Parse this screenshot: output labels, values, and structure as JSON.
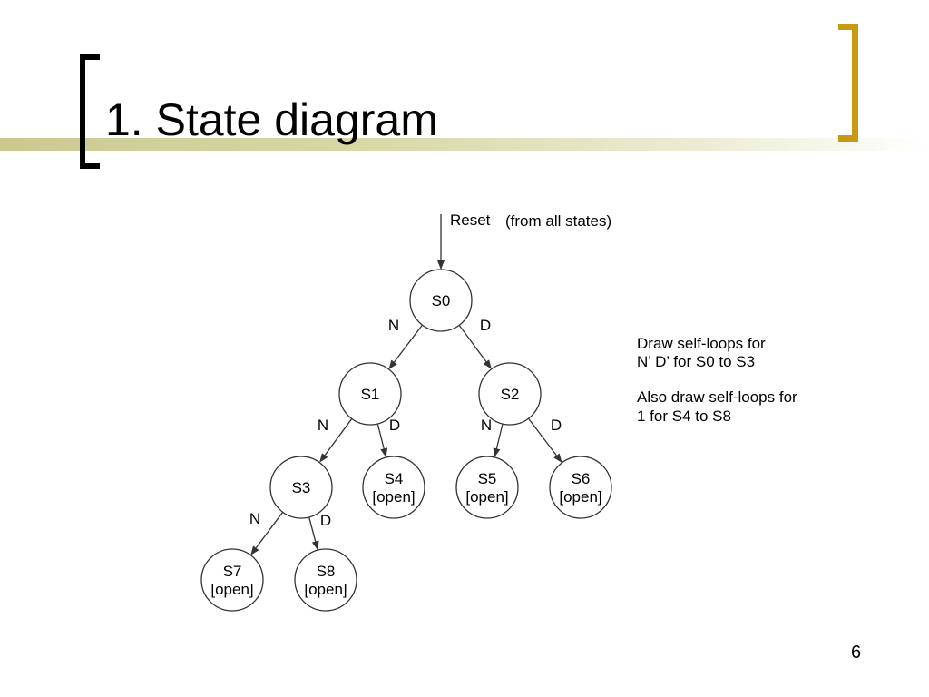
{
  "slide": {
    "title": "1. State diagram",
    "page_number": "6"
  },
  "diagram": {
    "reset_label": "Reset",
    "reset_note": "(from all states)",
    "states": [
      {
        "id": "S0",
        "label": "S0",
        "sublabel": ""
      },
      {
        "id": "S1",
        "label": "S1",
        "sublabel": ""
      },
      {
        "id": "S2",
        "label": "S2",
        "sublabel": ""
      },
      {
        "id": "S3",
        "label": "S3",
        "sublabel": ""
      },
      {
        "id": "S4",
        "label": "S4",
        "sublabel": "[open]"
      },
      {
        "id": "S5",
        "label": "S5",
        "sublabel": "[open]"
      },
      {
        "id": "S6",
        "label": "S6",
        "sublabel": "[open]"
      },
      {
        "id": "S7",
        "label": "S7",
        "sublabel": "[open]"
      },
      {
        "id": "S8",
        "label": "S8",
        "sublabel": "[open]"
      }
    ],
    "transitions": [
      {
        "from": "S0",
        "to": "S1",
        "label": "N"
      },
      {
        "from": "S0",
        "to": "S2",
        "label": "D"
      },
      {
        "from": "S1",
        "to": "S3",
        "label": "N"
      },
      {
        "from": "S1",
        "to": "S4",
        "label": "D"
      },
      {
        "from": "S2",
        "to": "S5",
        "label": "N"
      },
      {
        "from": "S2",
        "to": "S6",
        "label": "D"
      },
      {
        "from": "S3",
        "to": "S7",
        "label": "N"
      },
      {
        "from": "S3",
        "to": "S8",
        "label": "D"
      }
    ]
  },
  "notes": {
    "line1": "Draw self-loops for",
    "line2": "N’ D’ for S0 to S3",
    "line3": "Also draw self-loops for",
    "line4": "1 for S4 to S8"
  }
}
